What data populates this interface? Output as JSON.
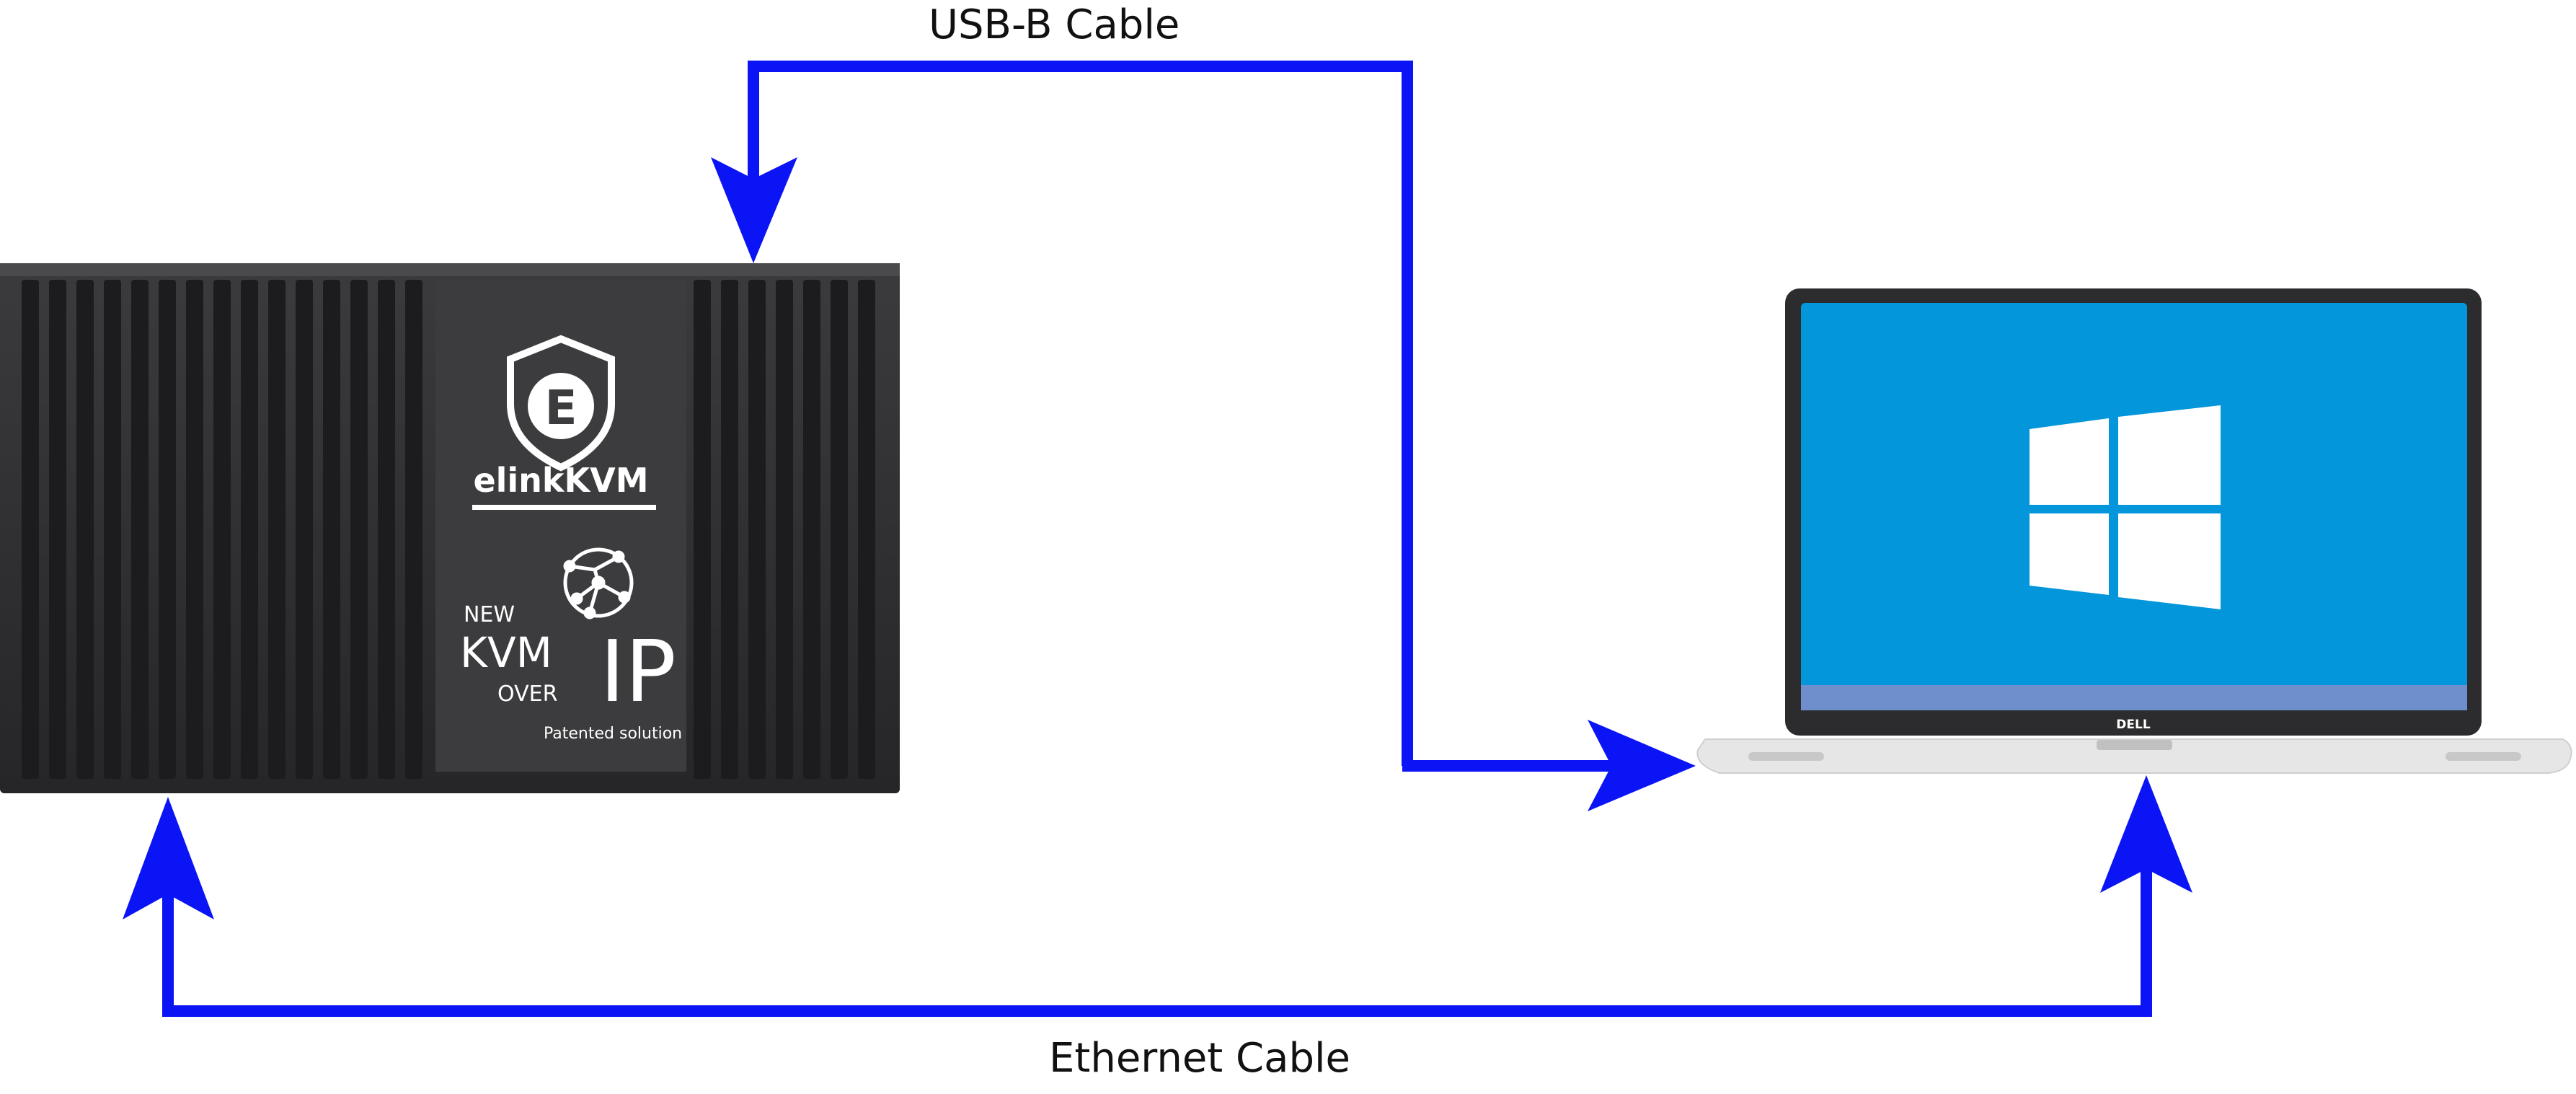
{
  "colors": {
    "arrow": "#0A14F5",
    "kvm_body": "#2F2F31",
    "kvm_fin": "#1C1C1E",
    "kvm_panel": "#3A3A3C",
    "laptop_bezel": "#2C2C2E",
    "laptop_screen": "#0396DB",
    "laptop_taskbar": "#6E8FCC",
    "laptop_base": "#E6E6E6",
    "windows_logo": "#FFFFFF"
  },
  "connections": {
    "usb": {
      "label": "USB-B Cable"
    },
    "ethernet": {
      "label": "Ethernet Cable"
    }
  },
  "kvm_device": {
    "brand": "elinkKVM",
    "logo_letter": "E",
    "badge_new": "NEW",
    "badge_kvm": "KVM",
    "badge_over": "OVER",
    "badge_ip": "IP",
    "patent": "Patented solution",
    "icons": [
      "shield-e-logo-icon",
      "globe-network-icon"
    ]
  },
  "laptop": {
    "brand": "DELL",
    "os_icon": "windows-logo-icon"
  }
}
